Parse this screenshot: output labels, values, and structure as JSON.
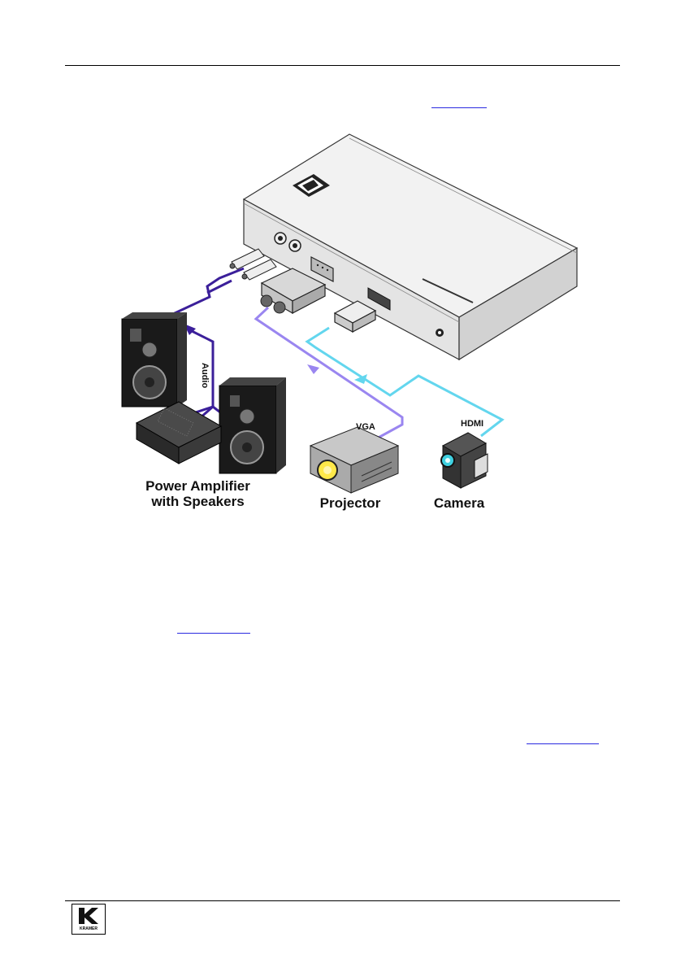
{
  "figure": {
    "labels": {
      "audio": "Audio",
      "vga": "VGA",
      "hdmi": "HDMI",
      "amp_line1": "Power Amplifier",
      "amp_line2": "with Speakers",
      "projector": "Projector",
      "camera": "Camera"
    },
    "colors": {
      "audio_cable": "#3b1f9a",
      "vga_cable": "#9a86f0",
      "hdmi_cable": "#63d6ee",
      "device_body": "#f2f2f2",
      "device_edge": "#333333"
    }
  },
  "footer": {
    "logo_text": "KRAMER"
  }
}
